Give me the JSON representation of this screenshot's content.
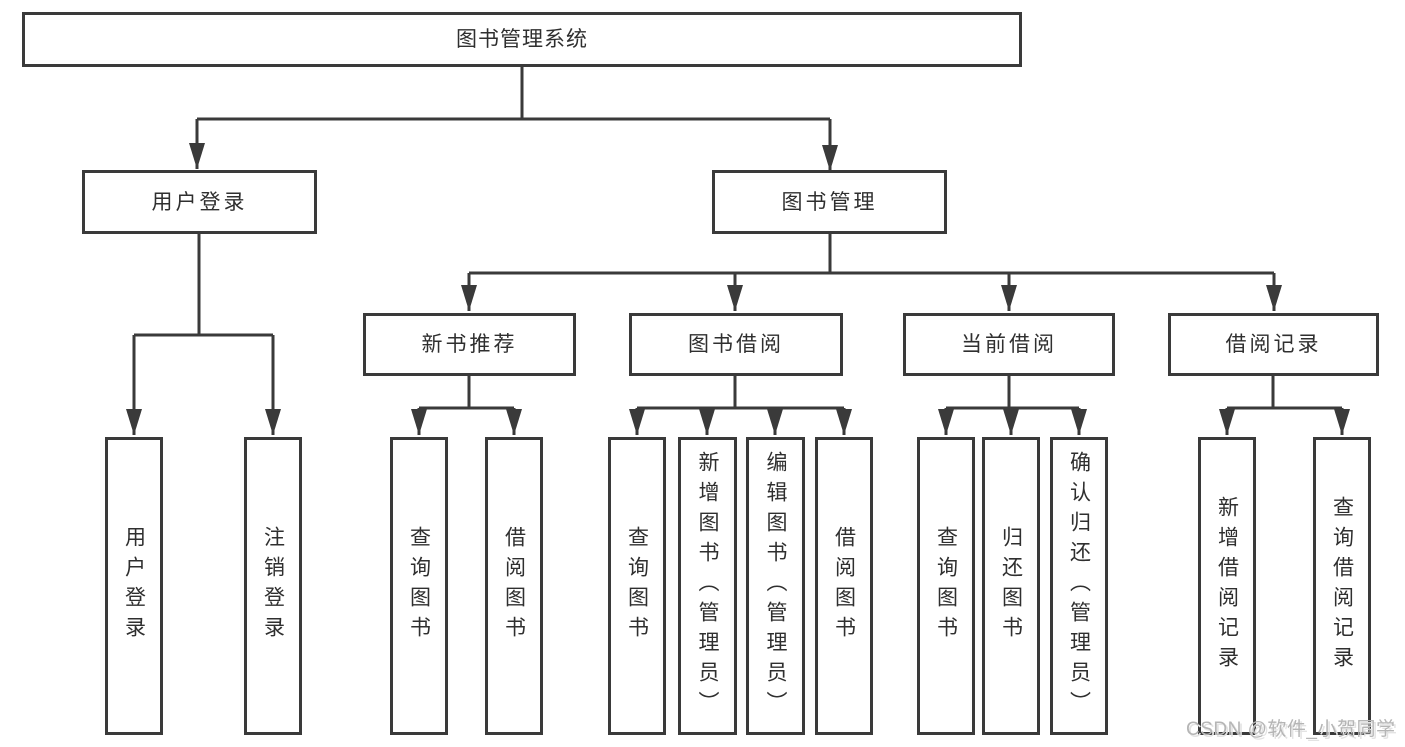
{
  "tree": {
    "root": "图书管理系统",
    "branches": [
      {
        "label": "用户登录",
        "children": [
          "用户登录",
          "注销登录"
        ]
      },
      {
        "label": "图书管理",
        "sections": [
          {
            "label": "新书推荐",
            "children": [
              "查询图书",
              "借阅图书"
            ]
          },
          {
            "label": "图书借阅",
            "children": [
              "查询图书",
              "新增图书（管理员）",
              "编辑图书（管理员）",
              "借阅图书"
            ]
          },
          {
            "label": "当前借阅",
            "children": [
              "查询图书",
              "归还图书",
              "确认归还（管理员）"
            ]
          },
          {
            "label": "借阅记录",
            "children": [
              "新增借阅记录",
              "查询借阅记录"
            ]
          }
        ]
      }
    ]
  },
  "watermark": {
    "text": "CSDN @软件_小贺同学"
  },
  "colors": {
    "line": "#3a3a3a",
    "box_border": "#3a3a3a",
    "box_fill": "#ffffff",
    "text": "#2f2f2f",
    "watermark": "#b5b5b5",
    "background": "#ffffff"
  }
}
